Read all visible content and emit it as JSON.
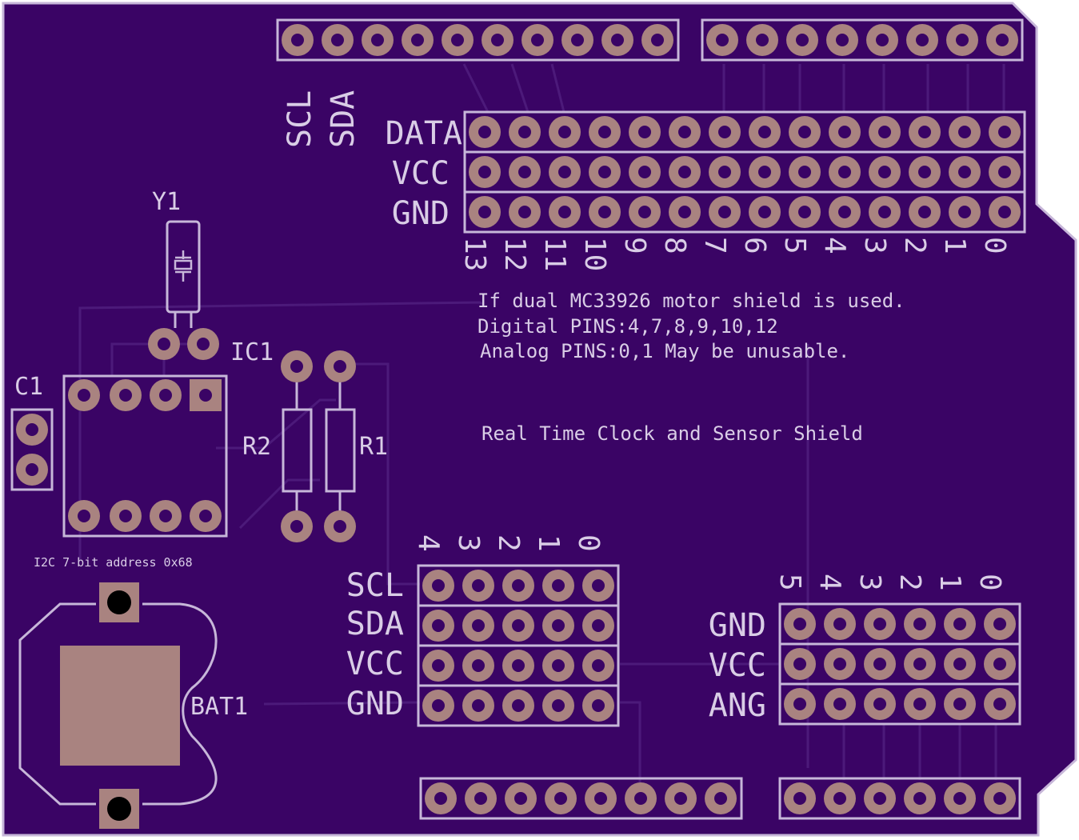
{
  "colors": {
    "board": "#3a0465",
    "outline": "#c7b7d9",
    "silk": "#d9cde6",
    "trace": "#4c1a7a",
    "pad": "#a98380",
    "hole": "#3a0465",
    "drill": "#000000"
  },
  "headers": {
    "top_left_count": 10,
    "top_right_count": 8,
    "grid_rows": 3,
    "grid_cols": 14,
    "grid_row_labels": [
      "DATA",
      "VCC",
      "GND"
    ],
    "grid_col_numbers": [
      "13",
      "12",
      "11",
      "10",
      "9",
      "8",
      "7",
      "6",
      "5",
      "4",
      "3",
      "2",
      "1",
      "0"
    ],
    "top_side_labels": [
      "SCL",
      "SDA"
    ],
    "i2c_row_labels": [
      "SCL",
      "SDA",
      "VCC",
      "GND"
    ],
    "i2c_col_numbers": [
      "4",
      "3",
      "2",
      "1",
      "0"
    ],
    "analog_row_labels": [
      "GND",
      "VCC",
      "ANG"
    ],
    "analog_col_numbers": [
      "5",
      "4",
      "3",
      "2",
      "1",
      "0"
    ],
    "bottom_left_count": 8,
    "bottom_right_count": 6
  },
  "components": {
    "crystal": "Y1",
    "ic": "IC1",
    "capacitor": "C1",
    "resistor_1": "R1",
    "resistor_2": "R2",
    "battery": "BAT1"
  },
  "texts": {
    "note_line1": "If dual MC33926 motor shield is used.",
    "note_line2": "Digital PINS:4,7,8,9,10,12",
    "note_line3": "Analog  PINS:0,1 May be unusable.",
    "title": "Real Time Clock and Sensor Shield",
    "i2c_address": "I2C 7-bit address 0x68"
  }
}
